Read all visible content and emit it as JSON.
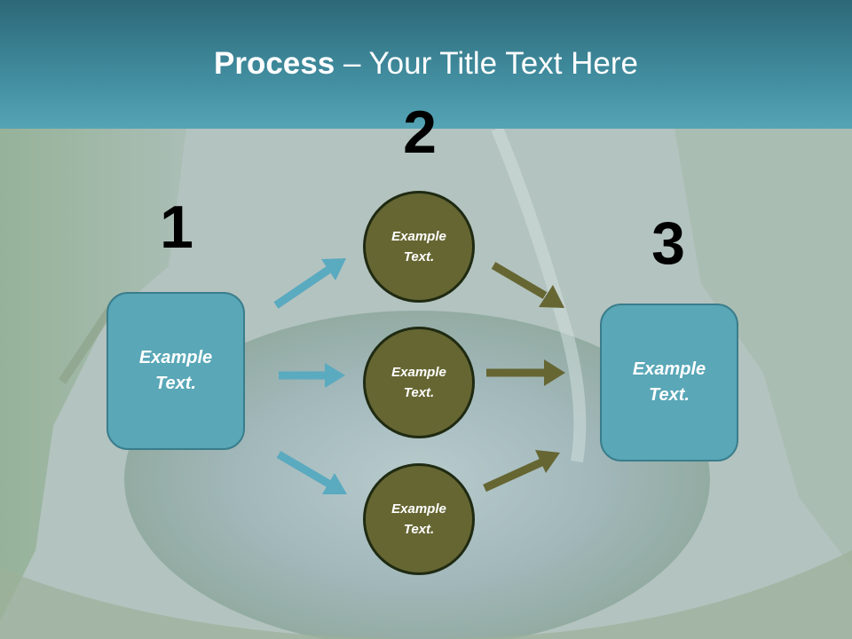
{
  "slide": {
    "title_bold": "Process",
    "title_rest": " – Your Title Text Here"
  },
  "steps": {
    "one": "1",
    "two": "2",
    "three": "3"
  },
  "nodes": {
    "left_box": {
      "text_line1": "Example",
      "text_line2": "Text."
    },
    "circle_top": {
      "text_line1": "Example",
      "text_line2": "Text."
    },
    "circle_middle": {
      "text_line1": "Example",
      "text_line2": "Text."
    },
    "circle_bottom": {
      "text_line1": "Example",
      "text_line2": "Text."
    },
    "right_box": {
      "text_line1": "Example",
      "text_line2": "Text."
    }
  },
  "colors": {
    "header": "#3d8799",
    "box_fill": "#59a7b7",
    "circle_fill": "#666633",
    "teal_arrow": "#5aaac0",
    "olive_arrow": "#666633"
  }
}
